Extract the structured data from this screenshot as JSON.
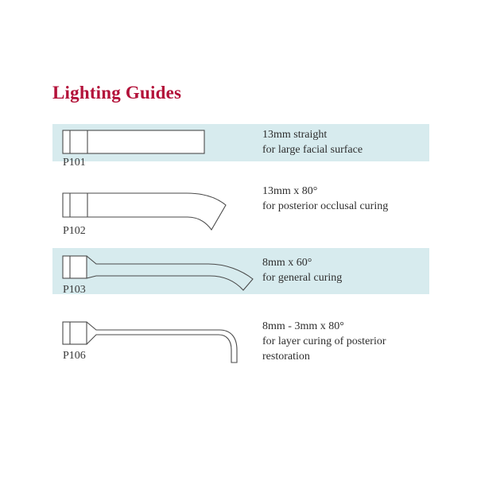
{
  "title": "Lighting Guides",
  "colors": {
    "title": "#b3123a",
    "band": "#d7ebee",
    "line": "#4a4a4a"
  },
  "guides": [
    {
      "code": "P101",
      "line1": "13mm straight",
      "line2": "for large facial surface",
      "line3": "",
      "highlighted": true,
      "icon": "straight-light-guide-icon"
    },
    {
      "code": "P102",
      "line1": "13mm x 80°",
      "line2": "for posterior occlusal curing",
      "line3": "",
      "highlighted": false,
      "icon": "curved-light-guide-icon"
    },
    {
      "code": "P103",
      "line1": "8mm x 60°",
      "line2": "for general curing",
      "line3": "",
      "highlighted": true,
      "icon": "bent-light-guide-icon"
    },
    {
      "code": "P106",
      "line1": "8mm - 3mm x 80°",
      "line2": "for layer curing of posterior",
      "line3": "restoration",
      "highlighted": false,
      "icon": "thin-bent-light-guide-icon"
    }
  ]
}
